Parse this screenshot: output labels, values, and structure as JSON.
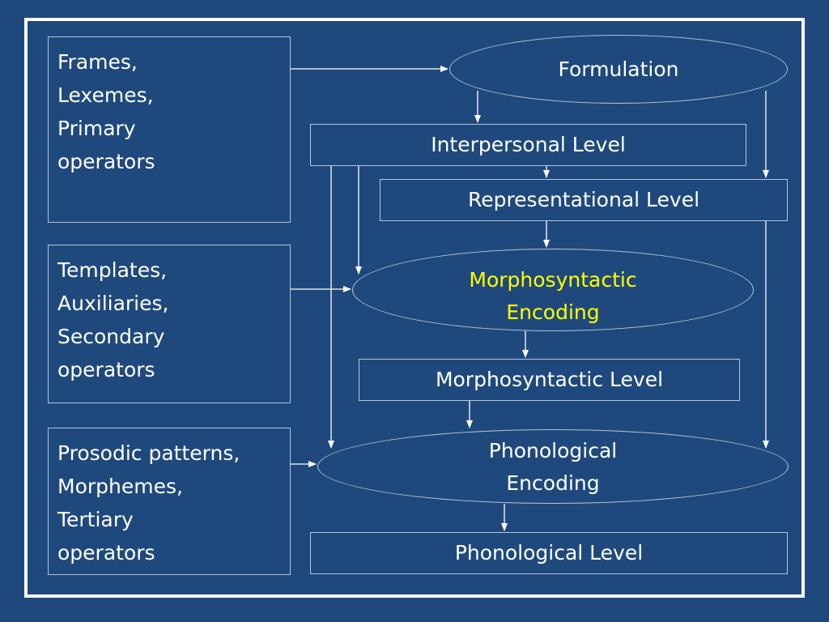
{
  "resources": {
    "frames": [
      "Frames,",
      "Lexemes,",
      "Primary",
      "operators"
    ],
    "templates": [
      "Templates,",
      "Auxiliaries,",
      "Secondary",
      "operators"
    ],
    "prosodic": [
      "Prosodic patterns,",
      "Morphemes,",
      "Tertiary",
      "operators"
    ]
  },
  "processes": {
    "formulation": "Formulation",
    "morphosyntactic_encoding": [
      "Morphosyntactic",
      "Encoding"
    ],
    "phonological_encoding": [
      "Phonological",
      "Encoding"
    ]
  },
  "levels": {
    "interpersonal": "Interpersonal Level",
    "representational": "Representational Level",
    "morphosyntactic": "Morphosyntactic Level",
    "phonological": "Phonological Level"
  },
  "colors": {
    "background": "#1f497d",
    "border": "#ffffff",
    "text": "#ffffff",
    "highlight_text": "#ffff00"
  }
}
